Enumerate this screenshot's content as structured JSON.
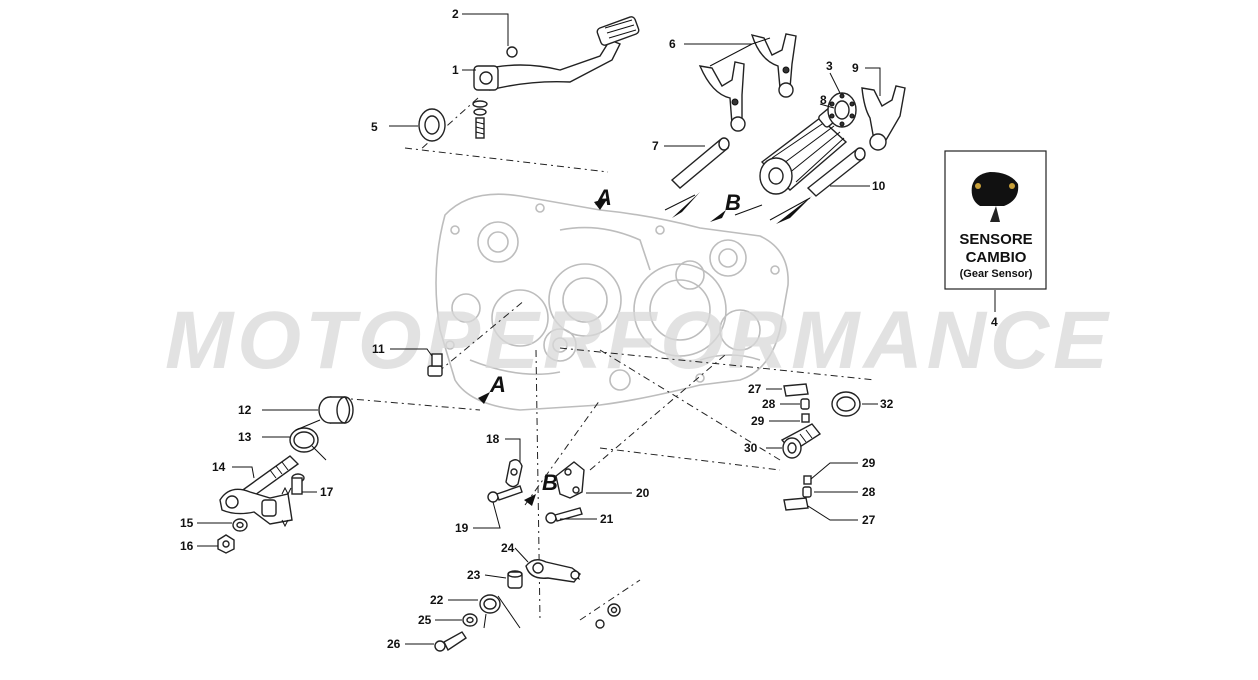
{
  "watermark": "MOTOPERFORMANCE",
  "section_labels": {
    "a_top": "A",
    "a_bottom": "A",
    "b_top": "B",
    "b_bottom": "B"
  },
  "parts": {
    "p1": "1",
    "p2": "2",
    "p3": "3",
    "p4": "4",
    "p5": "5",
    "p6": "6",
    "p7": "7",
    "p8": "8",
    "p9": "9",
    "p10": "10",
    "p11": "11",
    "p12": "12",
    "p13": "13",
    "p14": "14",
    "p15": "15",
    "p16": "16",
    "p17": "17",
    "p18": "18",
    "p19": "19",
    "p20": "20",
    "p21": "21",
    "p22": "22",
    "p23": "23",
    "p24": "24",
    "p25": "25",
    "p26": "26",
    "p27a": "27",
    "p27b": "27",
    "p28a": "28",
    "p28b": "28",
    "p29a": "29",
    "p29b": "29",
    "p30": "30",
    "p32": "32"
  },
  "sensor_box": {
    "title_line1": "SENSORE",
    "title_line2": "CAMBIO",
    "subtitle": "(Gear Sensor)"
  }
}
